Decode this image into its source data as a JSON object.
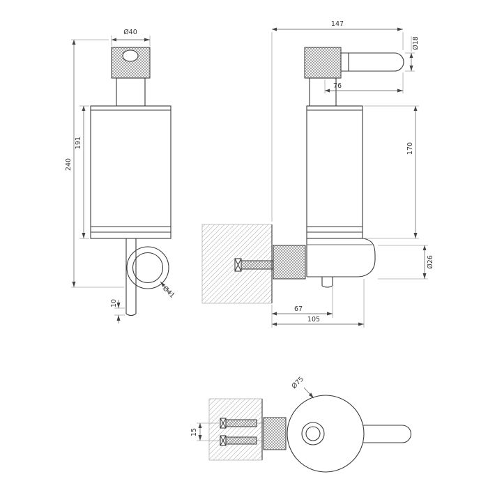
{
  "views": {
    "front": {
      "dia_pump_head": "Ø40",
      "total_height": "240",
      "body_height": "191",
      "dia_ring": "Ø41",
      "bottom_offset": "10"
    },
    "side": {
      "total_width": "147",
      "dia_lever": "Ø18",
      "lever_length": "76",
      "body_height": "170",
      "dia_mount": "Ø26",
      "depth_inner": "67",
      "depth_total": "105"
    },
    "top": {
      "dia_body": "Ø75",
      "screw_spacing": "15"
    }
  }
}
